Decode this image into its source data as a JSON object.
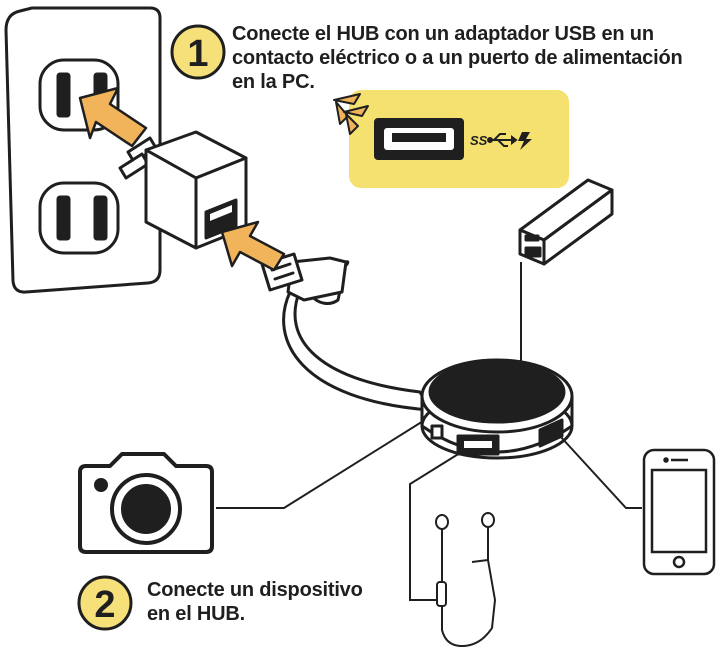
{
  "step1": {
    "number": "1",
    "lines": [
      "Conecte el HUB con un adaptador USB en un",
      "contacto eléctrico o a un puerto de alimentación",
      "en la PC."
    ]
  },
  "step2": {
    "number": "2",
    "lines": [
      "Conecte un dispositivo",
      "en el HUB."
    ]
  },
  "usb_port_label": "SS",
  "colors": {
    "badge_fill": "#f6e07a",
    "panel_fill": "#f4e16f",
    "arrow_fill": "#f2b45b",
    "outline": "#1f1f1f"
  },
  "icons": [
    "wall-outlet-icon",
    "usb-power-adapter-icon",
    "usb-cable-icon",
    "usb-port-icon",
    "usb-symbol-icon",
    "lightning-icon",
    "power-bank-icon",
    "usb-hub-icon",
    "camera-icon",
    "earphones-icon",
    "smartphone-icon"
  ]
}
